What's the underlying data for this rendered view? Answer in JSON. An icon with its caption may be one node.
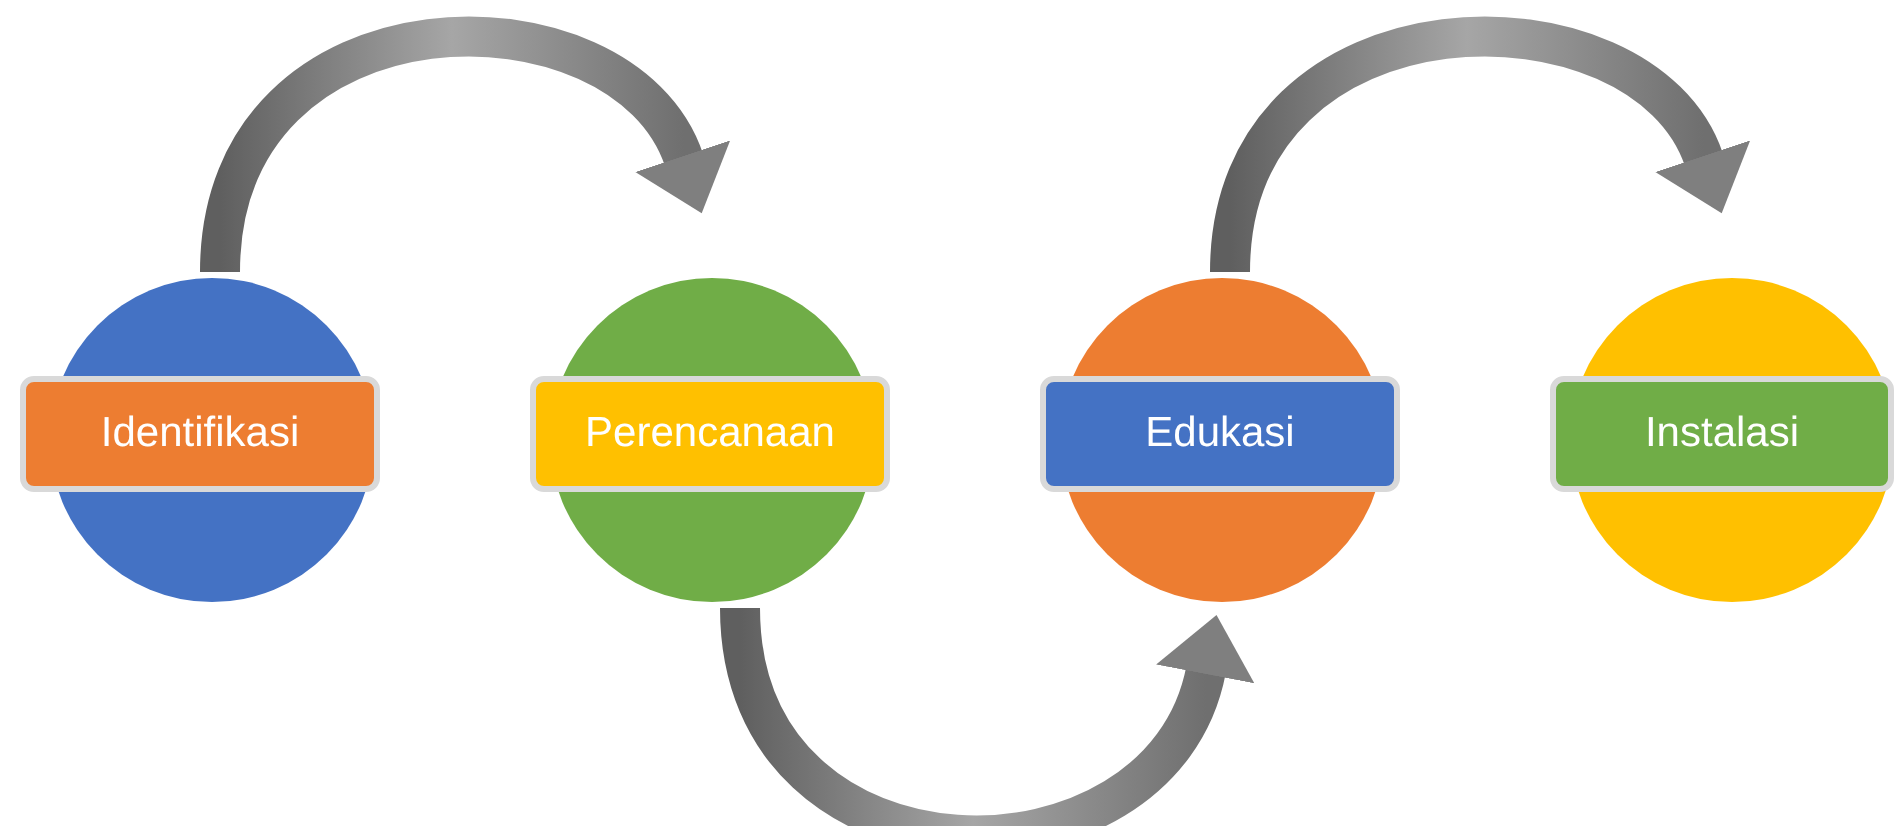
{
  "diagram": {
    "nodes": [
      {
        "text": [
          "Identifikasi"
        ]
      },
      {
        "text": [
          "Perencanaan"
        ]
      },
      {
        "text": [
          "Edukasi"
        ]
      },
      {
        "text": [
          "Instalasi"
        ]
      }
    ],
    "edges": [
      {
        "from": 0,
        "to": 1,
        "arrow": "to"
      },
      {
        "from": 1,
        "to": 2,
        "arrow": "to"
      },
      {
        "from": 2,
        "to": 3,
        "arrow": "to"
      }
    ]
  }
}
